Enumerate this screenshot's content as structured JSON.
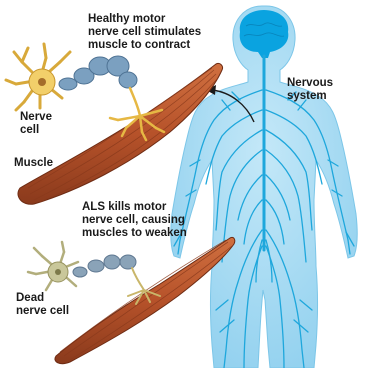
{
  "labels": {
    "healthy_line1": "Healthy motor",
    "healthy_line2": "nerve cell stimulates",
    "healthy_line3": "muscle to contract",
    "nerve_line1": "Nerve",
    "nerve_line2": "cell",
    "muscle": "Muscle",
    "nervous_line1": "Nervous",
    "nervous_line2": "system",
    "als_line1": "ALS kills motor",
    "als_line2": "nerve cell, causing",
    "als_line3": "muscles to weaken",
    "dead_line1": "Dead",
    "dead_line2": "nerve cell"
  },
  "colors": {
    "body": "#9fd8f0",
    "nerves": "#1ea7dc",
    "brain": "#0aa3e0",
    "muscle": "#b6522a",
    "nerve_cell_healthy": "#f2cf6a",
    "nerve_cell_dead": "#c9c79a",
    "axon_sheath": "#7ba0c0"
  }
}
